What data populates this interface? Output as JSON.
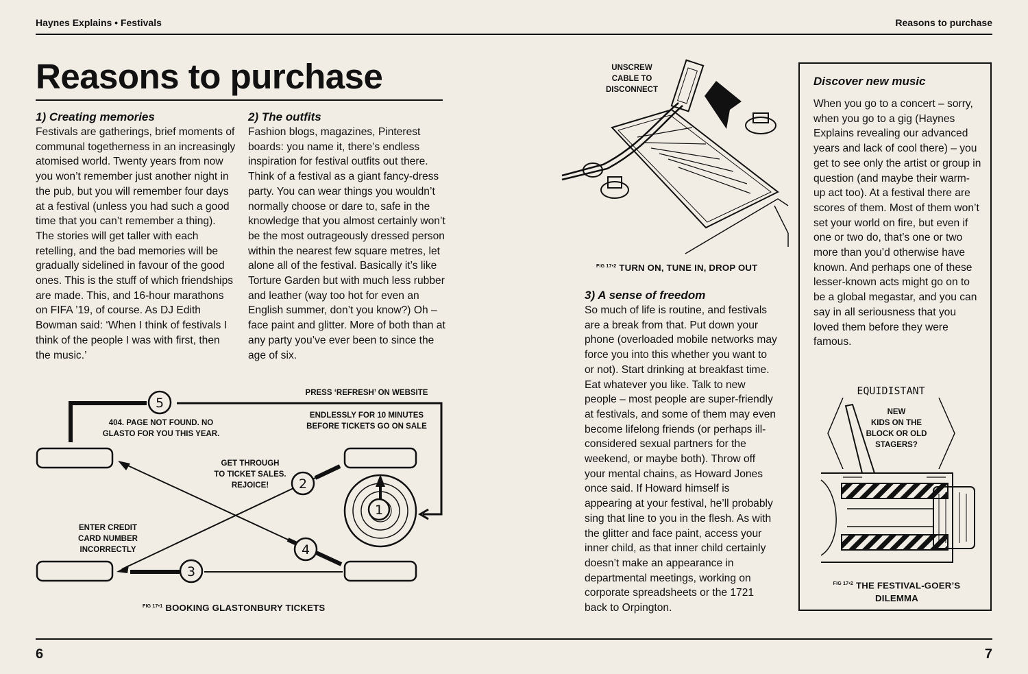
{
  "header": {
    "left": "Haynes Explains • Festivals",
    "right": "Reasons to purchase"
  },
  "title": "Reasons to purchase",
  "sections": {
    "s1": {
      "heading": "1) Creating memories",
      "body": "Festivals are gatherings, brief moments of communal togetherness in an increasingly atomised world. Twenty years from now you won’t remember just another night in the pub, but you will remember four days at a festival (unless you had such a good time that you can’t remember a thing). The stories will get taller with each retelling, and the bad memories will be gradually sidelined in favour of the good ones. This is the stuff of which friendships are made. This, and 16-hour marathons on FIFA ’19, of course. As DJ Edith Bowman said: ‘When I think of festivals I think of the people I was with first, then the music.’"
    },
    "s2": {
      "heading": "2) The outfits",
      "body": "Fashion blogs, magazines, Pinterest boards: you name it, there’s endless inspiration for festival outfits out there. Think of a festival as a giant fancy-dress party. You can wear things you wouldn’t normally choose or dare to, safe in the knowledge that you almost certainly won’t be the most outrageously dressed person within the nearest few square metres, let alone all of the festival. Basically it’s like Torture Garden but with much less rubber and leather (way too hot for even an English summer, don’t you know?) Oh – face paint and glitter. More of both than at any party you’ve ever been to since the age of six."
    },
    "s3": {
      "heading": "3) A sense of freedom",
      "body": "So much of life is routine, and festivals are a break from that. Put down your phone (overloaded mobile networks may force you into this whether you want to or not). Start drinking at breakfast time. Eat whatever you like. Talk to new people – most people are super-friendly at festivals, and some of them may even become lifelong friends (or perhaps ill-considered sexual partners for the weekend, or maybe both). Throw off your mental chains, as Howard Jones once said. If Howard himself is appearing at your festival, he’ll probably sing that line to you in the flesh. As with the glitter and face paint, access your inner child, as that inner child certainly doesn’t make an appearance in departmental meetings, working on corporate spreadsheets or the 1721 back to Orpington."
    },
    "sidebar": {
      "heading": "Discover new music",
      "body": "When you go to a concert – sorry, when you go to a gig (Haynes Explains revealing our advanced years and lack of cool there) – you get to see only the artist or group in question (and maybe their warm-up act too). At a festival there are scores of them. Most of them won’t set your world on fire, but even if one or two do, that’s one or two more than you’d otherwise have known. And perhaps one of these lesser-known acts might go on to be a global megastar, and you can say in all seriousness that you loved them before they were famous."
    }
  },
  "fig1": {
    "fig_label": "FIG 17•1",
    "caption": "BOOKING GLASTONBURY TICKETS",
    "steps": [
      "1",
      "2",
      "3",
      "4",
      "5"
    ],
    "notes": {
      "refresh": "PRESS ‘REFRESH’ ON WEBSITE",
      "endless_1": "ENDLESSLY FOR 10 MINUTES",
      "endless_2": "BEFORE TICKETS GO ON SALE",
      "notfound_1": "404. PAGE NOT FOUND. NO",
      "notfound_2": "GLASTO FOR YOU THIS YEAR.",
      "through_1": "GET THROUGH",
      "through_2": "TO TICKET SALES.",
      "through_3": "REJOICE!",
      "credit_1": "ENTER CREDIT",
      "credit_2": "CARD NUMBER",
      "credit_3": "INCORRECTLY"
    }
  },
  "fig2": {
    "fig_label": "FIG 17•2",
    "caption": "TURN ON, TUNE IN, DROP OUT",
    "note_1": "UNSCREW",
    "note_2": "CABLE TO",
    "note_3": "DISCONNECT"
  },
  "fig3": {
    "fig_label": "FIG 17•2",
    "caption_1": "THE FESTIVAL-GOER’S",
    "caption_2": "DILEMMA",
    "label_equidistant": "EQUIDISTANT",
    "note_1": "NEW",
    "note_2": "KIDS ON THE",
    "note_3": "BLOCK OR OLD",
    "note_4": "STAGERS?"
  },
  "page_numbers": {
    "left": "6",
    "right": "7"
  }
}
